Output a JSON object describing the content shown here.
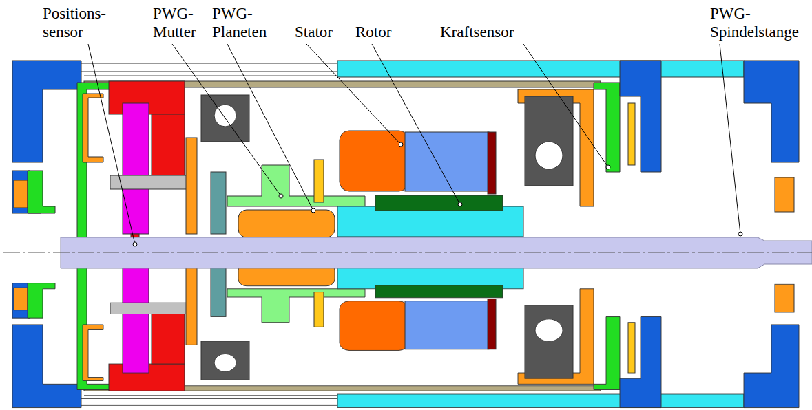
{
  "diagram": {
    "labels": [
      "Positions- sensor",
      "PWG- Mutter",
      "PWG- Planeten",
      "Stator",
      "Rotor",
      "Kraftsensor",
      "PWG- Spindelstange"
    ]
  }
}
